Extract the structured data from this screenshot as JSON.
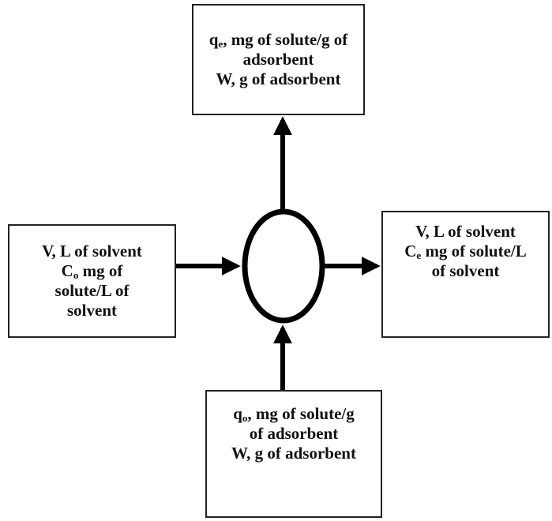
{
  "top_box": {
    "line1_main": "q",
    "line1_sub": "e",
    "line1_rest": ", mg of solute/g of",
    "line2": "adsorbent",
    "line3": "W, g of adsorbent"
  },
  "left_box": {
    "line1": "V, L of solvent",
    "line2_main": "C",
    "line2_sub": "o",
    "line2_rest": " mg of",
    "line3": "solute/L of",
    "line4": "solvent"
  },
  "right_box": {
    "line1": "V, L of solvent",
    "line2_main": "C",
    "line2_sub": "e",
    "line2_rest": " mg of solute/L",
    "line3": "of solvent"
  },
  "bottom_box": {
    "line1_main": "q",
    "line1_sub": "o",
    "line1_rest": ", mg of solute/g",
    "line2": "of adsorbent",
    "line3": "W, g of adsorbent"
  }
}
